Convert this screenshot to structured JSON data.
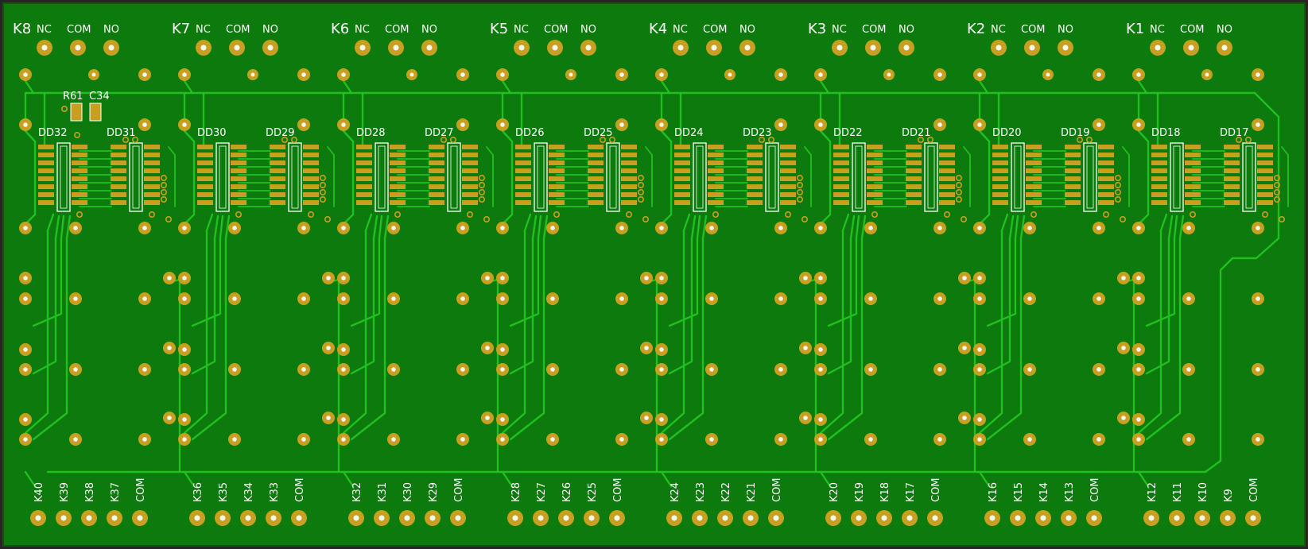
{
  "board": {
    "colors": {
      "substrate": "#107a10",
      "copper_pour": "#0c7a0c",
      "trace": "#21c021",
      "pad": "#c8a020",
      "pad_hole": "#f4f4f4",
      "silkscreen": "#ffffff",
      "outline": "#262626"
    },
    "relay_blocks": [
      {
        "id": "K8",
        "pins": [
          "NC",
          "COM",
          "NO"
        ],
        "chips": [
          "DD32",
          "DD31"
        ],
        "inputs": [
          "K40",
          "K39",
          "K38",
          "K37",
          "COM"
        ]
      },
      {
        "id": "K7",
        "pins": [
          "NC",
          "COM",
          "NO"
        ],
        "chips": [
          "DD30",
          "DD29"
        ],
        "inputs": [
          "K36",
          "K35",
          "K34",
          "K33",
          "COM"
        ]
      },
      {
        "id": "K6",
        "pins": [
          "NC",
          "COM",
          "NO"
        ],
        "chips": [
          "DD28",
          "DD27"
        ],
        "inputs": [
          "K32",
          "K31",
          "K30",
          "K29",
          "COM"
        ]
      },
      {
        "id": "K5",
        "pins": [
          "NC",
          "COM",
          "NO"
        ],
        "chips": [
          "DD26",
          "DD25"
        ],
        "inputs": [
          "K28",
          "K27",
          "K26",
          "K25",
          "COM"
        ]
      },
      {
        "id": "K4",
        "pins": [
          "NC",
          "COM",
          "NO"
        ],
        "chips": [
          "DD24",
          "DD23"
        ],
        "inputs": [
          "K24",
          "K23",
          "K22",
          "K21",
          "COM"
        ]
      },
      {
        "id": "K3",
        "pins": [
          "NC",
          "COM",
          "NO"
        ],
        "chips": [
          "DD22",
          "DD21"
        ],
        "inputs": [
          "K20",
          "K19",
          "K18",
          "K17",
          "COM"
        ]
      },
      {
        "id": "K2",
        "pins": [
          "NC",
          "COM",
          "NO"
        ],
        "chips": [
          "DD20",
          "DD19"
        ],
        "inputs": [
          "K16",
          "K15",
          "K14",
          "K13",
          "COM"
        ]
      },
      {
        "id": "K1",
        "pins": [
          "NC",
          "COM",
          "NO"
        ],
        "chips": [
          "DD18",
          "DD17"
        ],
        "inputs": [
          "K12",
          "K11",
          "K10",
          "K9",
          "COM"
        ]
      }
    ],
    "extra_parts": [
      "R61",
      "C34"
    ]
  }
}
